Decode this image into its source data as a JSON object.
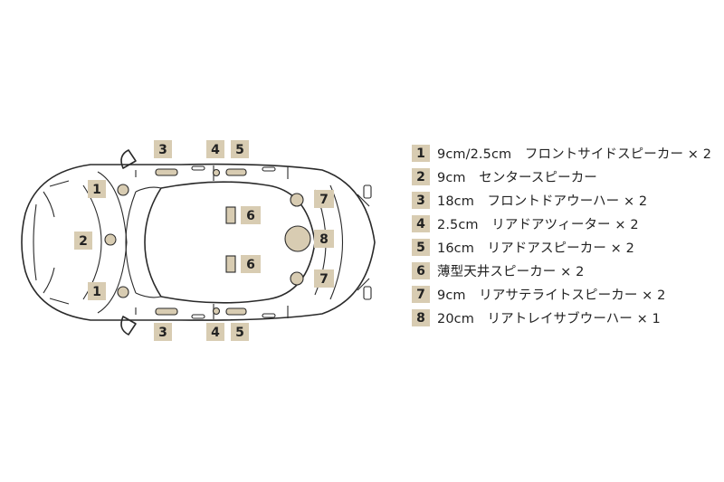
{
  "diagram": {
    "badges": {
      "front_side_1a": "1",
      "front_side_1b": "1",
      "center_2": "2",
      "front_door_3a": "3",
      "front_door_3b": "3",
      "tweeter_4a": "4",
      "tweeter_4b": "4",
      "rear_door_5a": "5",
      "rear_door_5b": "5",
      "ceiling_6a": "6",
      "ceiling_6b": "6",
      "satellite_7a": "7",
      "satellite_7b": "7",
      "subwoofer_8": "8"
    }
  },
  "legend": [
    {
      "num": "1",
      "text": "9cm/2.5cm　フロントサイドスピーカー × 2"
    },
    {
      "num": "2",
      "text": "9cm　センタースピーカー"
    },
    {
      "num": "3",
      "text": "18cm　フロントドアウーハー × 2"
    },
    {
      "num": "4",
      "text": "2.5cm　リアドアツィーター × 2"
    },
    {
      "num": "5",
      "text": "16cm　リアドアスピーカー × 2"
    },
    {
      "num": "6",
      "text": "薄型天井スピーカー × 2"
    },
    {
      "num": "7",
      "text": "9cm　リアサテライトスピーカー × 2"
    },
    {
      "num": "8",
      "text": "20cm　リアトレイサブウーハー × 1"
    }
  ],
  "colors": {
    "badge": "#d8ccb2",
    "line": "#2a2a2a",
    "text": "#222222"
  }
}
